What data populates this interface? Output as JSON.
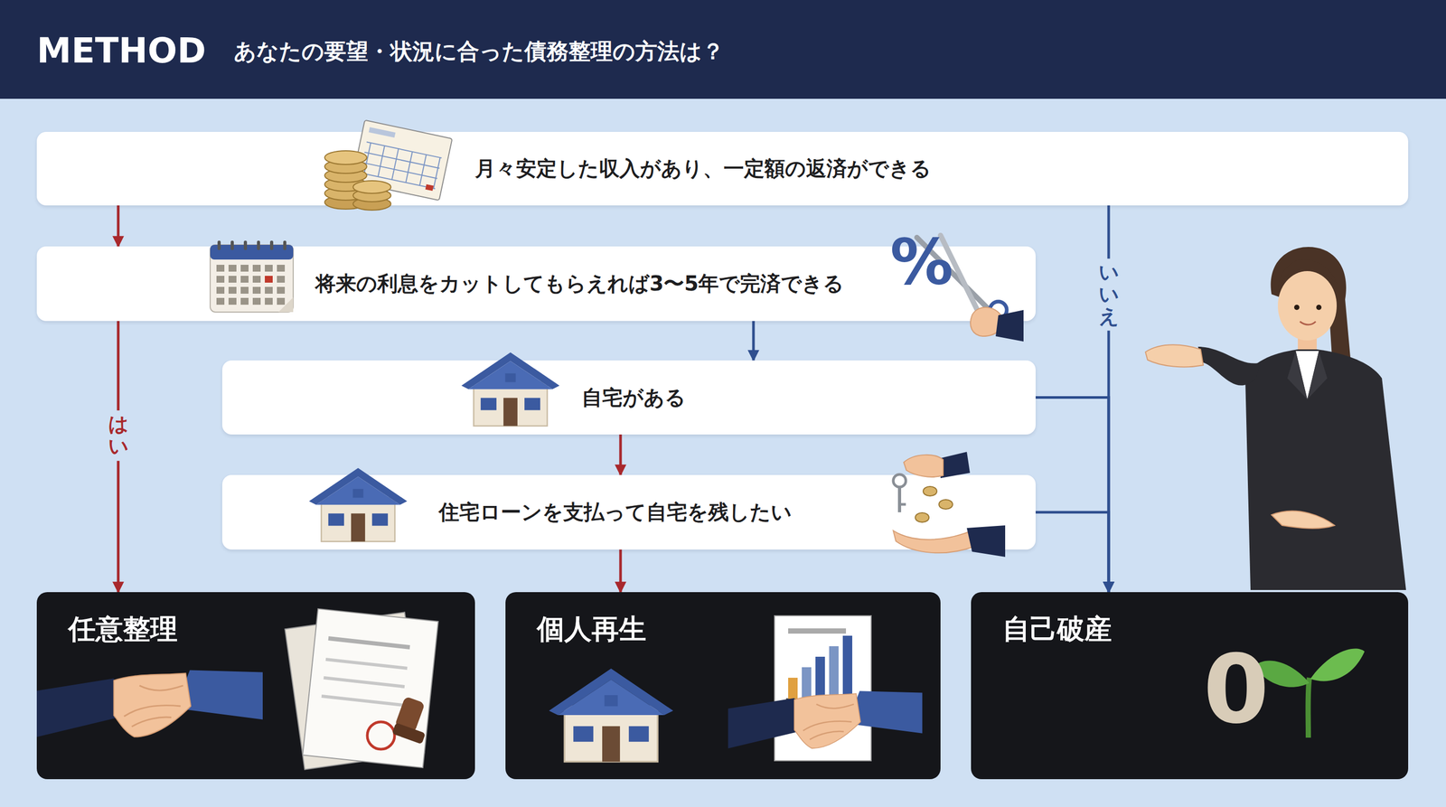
{
  "diagram": {
    "title": "あなたの要望・状況に合った債務整理の方法は？",
    "nodes": [
      {
        "text": [
          "月々安定した収入があり、一定額の返済ができる"
        ]
      },
      {
        "text": [
          "将来の利息をカットしてもらえれば3〜5年で完済できる"
        ]
      },
      {
        "text": [
          "自宅がある"
        ]
      },
      {
        "text": [
          "住宅ローンを支払って自宅を残したい"
        ]
      },
      {
        "text": [
          "任意整理"
        ]
      },
      {
        "text": [
          "個人再生"
        ]
      },
      {
        "text": [
          "自己破産"
        ]
      }
    ],
    "edges": [
      {
        "from": 0,
        "to": 1,
        "arrow": "to"
      },
      {
        "from": 1,
        "to": 4,
        "label": "はい",
        "arrow": "to"
      },
      {
        "from": 0,
        "to": 6,
        "label": "いいえ",
        "arrow": "to"
      },
      {
        "from": 1,
        "to": 2,
        "arrow": "to"
      },
      {
        "from": 2,
        "to": 3,
        "arrow": "to"
      },
      {
        "from": 2,
        "to": 6,
        "arrow": "to"
      },
      {
        "from": 3,
        "to": 6,
        "arrow": "to"
      },
      {
        "from": 3,
        "to": 5,
        "arrow": "to"
      }
    ],
    "labels": [
      "METHOD",
      "%",
      "0"
    ]
  }
}
